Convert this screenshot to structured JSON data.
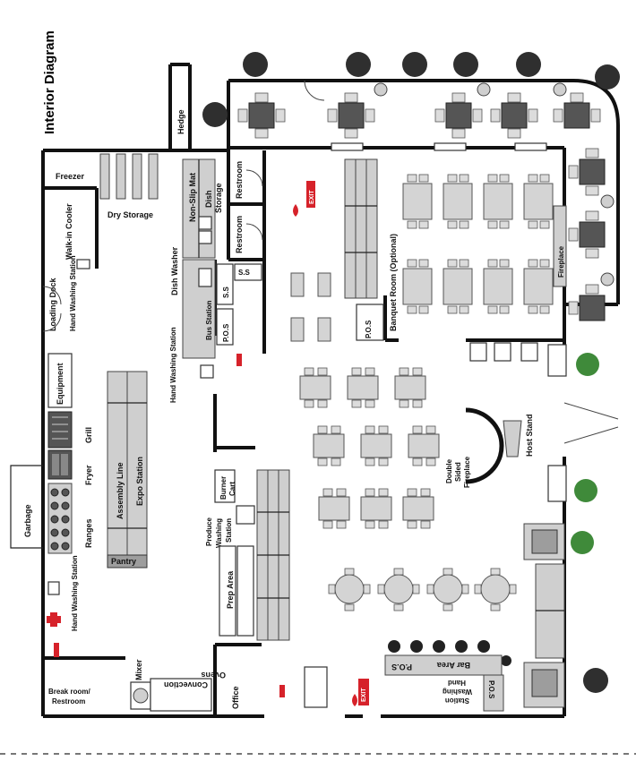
{
  "diagram": {
    "title": "Interior Diagram",
    "labels": {
      "hedge": "Hedge",
      "freezer": "Freezer",
      "dry_storage": "Dry Storage",
      "walk_in_cooler": "Walk-in Cooler",
      "loading_dock": "Loading Dock",
      "hand_washing_station": "Hand Washing Station",
      "equipment": "Equipment",
      "grill": "Grill",
      "fryer": "Fryer",
      "ranges": "Ranges",
      "garbage": "Garbage",
      "assembly_line": "Assembly Line",
      "expo_station": "Expo Station",
      "pantry": "Pantry",
      "mixer": "Mixer",
      "convection_ovens": "Convection Ovens",
      "break_room": "Break room/ Restroom",
      "office": "Office",
      "dish_washer": "Dish Washer",
      "non_slip_mat": "Non-Slip Mat",
      "dish_storage": "Dish Storage",
      "bus_station": "Bus Station",
      "pos": "P.O.S",
      "ss": "S.S",
      "restroom": "Restroom",
      "burner_cart": "Burner Cart",
      "produce_washing_station": "Produce Washing Station",
      "prep_area": "Prep Area",
      "banquet_room": "Banquet Room (Optional)",
      "fireplace": "Fireplace",
      "double_sided_fireplace": "Double Sided Fireplace",
      "host_stand": "Host Stand",
      "bar_area": "Bar Area",
      "exit": "EXIT"
    }
  },
  "colors": {
    "wall": "#111111",
    "fixture_grey": "#cfcfcf",
    "table_grey": "#d4d4d4",
    "exit_red": "#d6222a",
    "plant_green": "#3f8a3a",
    "tree_dark": "#2f2f2f"
  }
}
